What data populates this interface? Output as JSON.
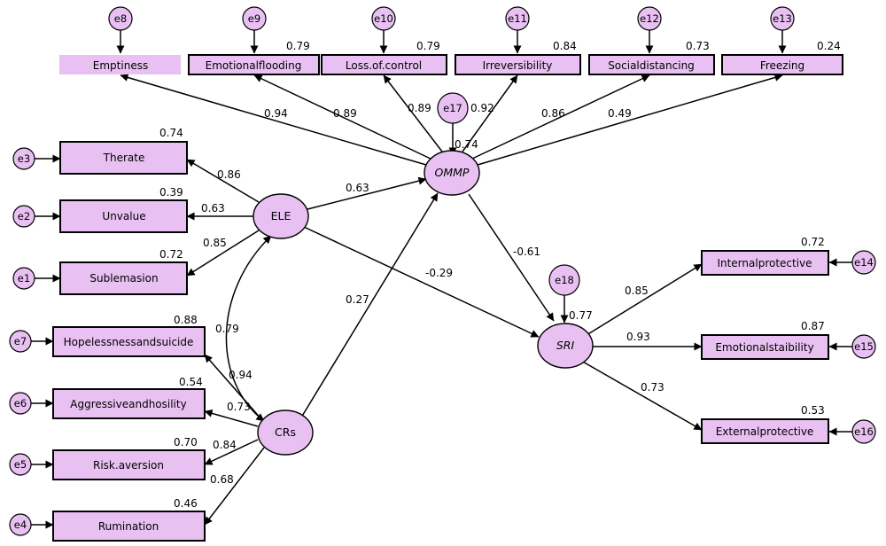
{
  "colors": {
    "fill": "#E8C1F2",
    "stroke": "#000000",
    "background": "#ffffff"
  },
  "latent": {
    "ommp": "OMMP",
    "ele": "ELE",
    "crs": "CRs",
    "sri": "SRI"
  },
  "indicators": {
    "emptiness": "Emptiness",
    "emotionalflooding": "Emotionalflooding",
    "lossofcontrol": "Loss.of.control",
    "irreversibility": "Irreversibility",
    "socialdistancing": "Socialdistancing",
    "freezing": "Freezing",
    "therate": "Therate",
    "unvalue": "Unvalue",
    "sublemasion": "Sublemasion",
    "hopelessness": "Hopelessnessandsuicide",
    "aggressive": "Aggressiveandhosility",
    "riskaversion": "Risk.aversion",
    "rumination": "Rumination",
    "internalprotective": "Internalprotective",
    "emotionalstability": "Emotionalstaibility",
    "externalprotective": "Externalprotective"
  },
  "errors": {
    "e1": "e1",
    "e2": "e2",
    "e3": "e3",
    "e4": "e4",
    "e5": "e5",
    "e6": "e6",
    "e7": "e7",
    "e8": "e8",
    "e9": "e9",
    "e10": "e10",
    "e11": "e11",
    "e12": "e12",
    "e13": "e13",
    "e14": "e14",
    "e15": "e15",
    "e16": "e16",
    "e17": "e17",
    "e18": "e18"
  },
  "r2": {
    "emotionalflooding": "0.79",
    "lossofcontrol": "0.79",
    "irreversibility": "0.84",
    "socialdistancing": "0.73",
    "freezing": "0.24",
    "therate": "0.74",
    "unvalue": "0.39",
    "sublemasion": "0.72",
    "hopelessness": "0.88",
    "aggressive": "0.54",
    "riskaversion": "0.70",
    "rumination": "0.46",
    "internalprotective": "0.72",
    "emotionalstability": "0.87",
    "externalprotective": "0.53",
    "ommp": "0.74",
    "sri": "0.77"
  },
  "loadings": {
    "ommp_emptiness": "0.94",
    "ommp_emotionalflooding": "0.89",
    "ommp_lossofcontrol": "0.89",
    "ommp_irreversibility": "0.92",
    "ommp_socialdistancing": "0.86",
    "ommp_freezing": "0.49",
    "ele_therate": "0.86",
    "ele_unvalue": "0.63",
    "ele_sublemasion": "0.85",
    "crs_hopelessness": "0.94",
    "crs_aggressive": "0.73",
    "crs_riskaversion": "0.84",
    "crs_rumination": "0.68",
    "sri_internalprotective": "0.85",
    "sri_emotionalstability": "0.93",
    "sri_externalprotective": "0.73"
  },
  "paths": {
    "ele_ommp": "0.63",
    "crs_ommp": "0.27",
    "ele_sri": "-0.29",
    "ommp_sri": "-0.61",
    "ele_crs_cov": "0.79"
  }
}
